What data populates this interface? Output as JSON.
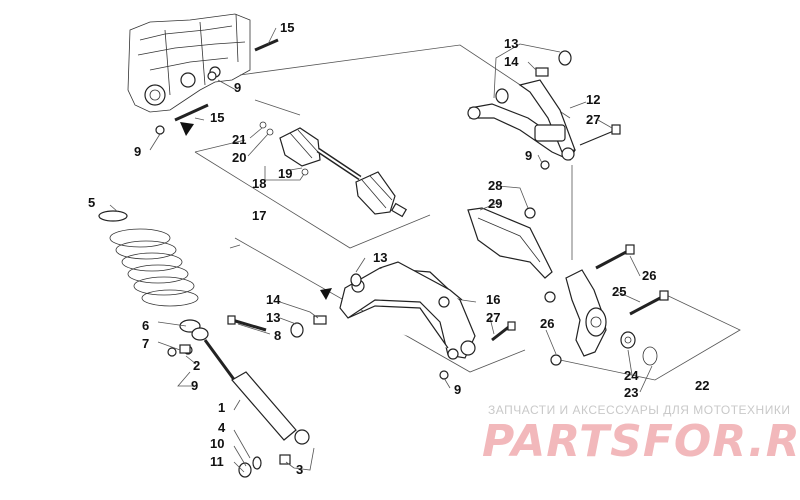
{
  "diagram": {
    "callouts": [
      {
        "id": "c1",
        "text": "1"
      },
      {
        "id": "c2",
        "text": "2"
      },
      {
        "id": "c3",
        "text": "3"
      },
      {
        "id": "c4",
        "text": "4"
      },
      {
        "id": "c5",
        "text": "5"
      },
      {
        "id": "c6",
        "text": "6"
      },
      {
        "id": "c7",
        "text": "7"
      },
      {
        "id": "c8",
        "text": "8"
      },
      {
        "id": "c9a",
        "text": "9"
      },
      {
        "id": "c9b",
        "text": "9"
      },
      {
        "id": "c9c",
        "text": "9"
      },
      {
        "id": "c9d",
        "text": "9"
      },
      {
        "id": "c9e",
        "text": "9"
      },
      {
        "id": "c10",
        "text": "10"
      },
      {
        "id": "c11",
        "text": "11"
      },
      {
        "id": "c12",
        "text": "12"
      },
      {
        "id": "c13a",
        "text": "13"
      },
      {
        "id": "c13b",
        "text": "13"
      },
      {
        "id": "c13c",
        "text": "13"
      },
      {
        "id": "c14a",
        "text": "14"
      },
      {
        "id": "c14b",
        "text": "14"
      },
      {
        "id": "c15a",
        "text": "15"
      },
      {
        "id": "c15b",
        "text": "15"
      },
      {
        "id": "c16",
        "text": "16"
      },
      {
        "id": "c17",
        "text": "17"
      },
      {
        "id": "c18",
        "text": "18"
      },
      {
        "id": "c19",
        "text": "19"
      },
      {
        "id": "c20",
        "text": "20"
      },
      {
        "id": "c21",
        "text": "21"
      },
      {
        "id": "c22",
        "text": "22"
      },
      {
        "id": "c23",
        "text": "23"
      },
      {
        "id": "c24",
        "text": "24"
      },
      {
        "id": "c25",
        "text": "25"
      },
      {
        "id": "c26a",
        "text": "26"
      },
      {
        "id": "c26b",
        "text": "26"
      },
      {
        "id": "c27a",
        "text": "27"
      },
      {
        "id": "c27b",
        "text": "27"
      },
      {
        "id": "c28",
        "text": "28"
      },
      {
        "id": "c29",
        "text": "29"
      }
    ]
  },
  "watermark": {
    "tagline": "ЗАПЧАСТИ И АКСЕССУАРЫ ДЛЯ МОТОТЕХНИКИ",
    "brand": "PARTSFOR.RU"
  },
  "colors": {
    "ink": "#222222",
    "watermark_brand": "#f2b8bb",
    "watermark_tagline": "#c9c9c9"
  }
}
